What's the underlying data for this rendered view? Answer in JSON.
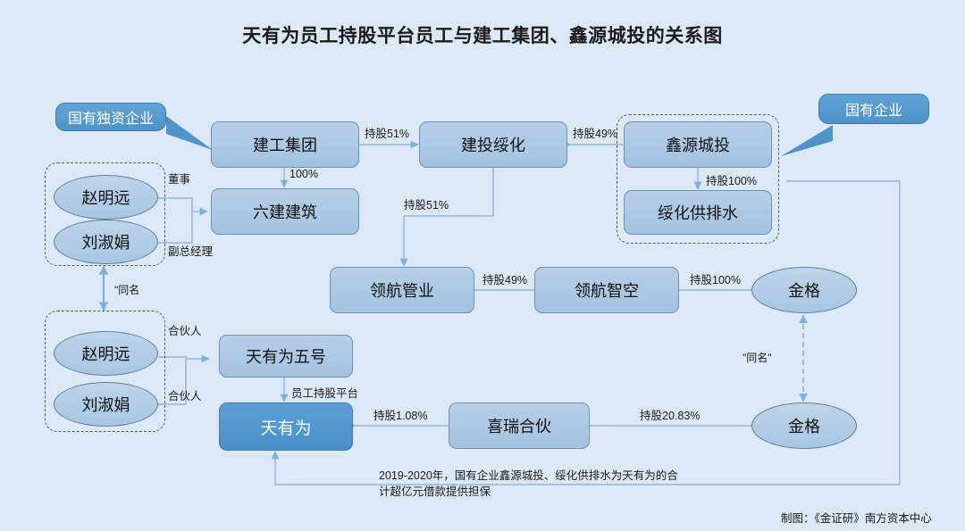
{
  "page": {
    "title": "天有为员工持股平台员工与建工集团、鑫源城投的关系图",
    "credit": "制图：《金证研》南方资本中心",
    "background": "#dce8f5",
    "accent": "#4a90c8",
    "node_fill": "#a9c6e2",
    "node_stroke": "#6f91b5",
    "line_color": "#8fb6dc"
  },
  "callouts": [
    {
      "id": "callout-state-sole",
      "label": "国有独资企业"
    },
    {
      "id": "callout-state-owned",
      "label": "国有企业"
    }
  ],
  "nodes": [
    {
      "id": "jiangong-jituan",
      "label": "建工集团",
      "shape": "box",
      "emphasis": false
    },
    {
      "id": "liujian-jianzhu",
      "label": "六建建筑",
      "shape": "box",
      "emphasis": false
    },
    {
      "id": "jiantou-suihua",
      "label": "建投绥化",
      "shape": "box",
      "emphasis": false
    },
    {
      "id": "xinyuan-chengtou",
      "label": "鑫源城投",
      "shape": "box",
      "emphasis": false
    },
    {
      "id": "suihua-gongpaishui",
      "label": "绥化供排水",
      "shape": "box",
      "emphasis": false
    },
    {
      "id": "linghang-guanye",
      "label": "领航管业",
      "shape": "box",
      "emphasis": false
    },
    {
      "id": "linghang-zhikong",
      "label": "领航智空",
      "shape": "box",
      "emphasis": false
    },
    {
      "id": "jinge-top",
      "label": "金格",
      "shape": "ellipse",
      "emphasis": false
    },
    {
      "id": "jinge-bottom",
      "label": "金格",
      "shape": "ellipse",
      "emphasis": false
    },
    {
      "id": "tianyouwei-wuhao",
      "label": "天有为五号",
      "shape": "box",
      "emphasis": false
    },
    {
      "id": "tianyouwei",
      "label": "天有为",
      "shape": "box",
      "emphasis": true
    },
    {
      "id": "xirui-hehuo",
      "label": "喜瑞合伙",
      "shape": "box",
      "emphasis": false
    },
    {
      "id": "person-zhao-top",
      "label": "赵明远",
      "shape": "ellipse",
      "emphasis": false
    },
    {
      "id": "person-liu-top",
      "label": "刘淑娟",
      "shape": "ellipse",
      "emphasis": false
    },
    {
      "id": "person-zhao-bot",
      "label": "赵明远",
      "shape": "ellipse",
      "emphasis": false
    },
    {
      "id": "person-liu-bot",
      "label": "刘淑娟",
      "shape": "ellipse",
      "emphasis": false
    }
  ],
  "edge_labels": {
    "jiangong_to_jiantou": "持股51%",
    "jiangong_to_liujian": "100%",
    "xinyuan_to_jiantou": "持股49%",
    "xinyuan_to_suihua": "持股100%",
    "jiantou_to_linghang": "持股51%",
    "zhikong_to_guanye": "持股49%",
    "jinge_to_zhikong": "持股100%",
    "xirui_to_tianyouwei": "持股1.08%",
    "jingebot_to_xirui": "持股20.83%",
    "zhao_director": "董事",
    "liu_vice_gm": "副总经理",
    "zhao_partner": "合伙人",
    "liu_partner": "合伙人",
    "employee_platform": "员工持股平台",
    "same_name_left": "\"同名",
    "same_name_right": "\"同名\""
  },
  "annotation": {
    "guarantee_note": "2019-2020年，国有企业鑫源城投、绥化供排水为天有为的合\n计超亿元借款提供担保"
  }
}
